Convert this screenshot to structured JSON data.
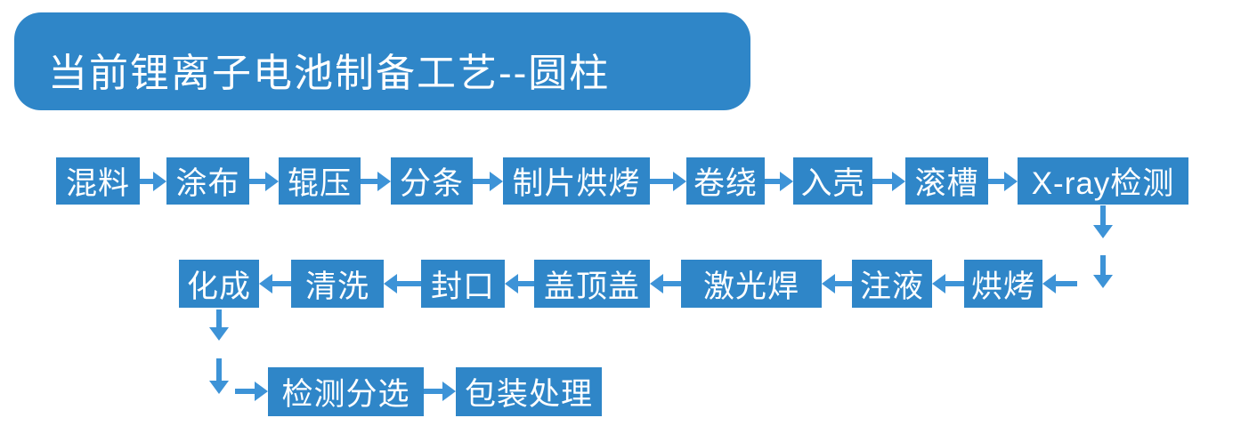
{
  "title": "当前锂离子电池制备工艺--圆柱",
  "colors": {
    "header": "#2F86C8",
    "box": "#2F86C8",
    "arrow": "#3D93D7",
    "text": "#FFFFFF",
    "page": "#FFFFFF"
  },
  "flow": {
    "row1": [
      "混料",
      "涂布",
      "辊压",
      "分条",
      "制片烘烤",
      "卷绕",
      "入壳",
      "滚槽",
      "X-ray检测"
    ],
    "row2": [
      "化成",
      "清洗",
      "封口",
      "盖顶盖",
      "激光焊",
      "注液",
      "烘烤"
    ],
    "row3": [
      "检测分选",
      "包装处理"
    ]
  },
  "flow_order": [
    "混料",
    "涂布",
    "辊压",
    "分条",
    "制片烘烤",
    "卷绕",
    "入壳",
    "滚槽",
    "X-ray检测",
    "烘烤",
    "注液",
    "激光焊",
    "盖顶盖",
    "封口",
    "清洗",
    "化成",
    "检测分选",
    "包装处理"
  ]
}
